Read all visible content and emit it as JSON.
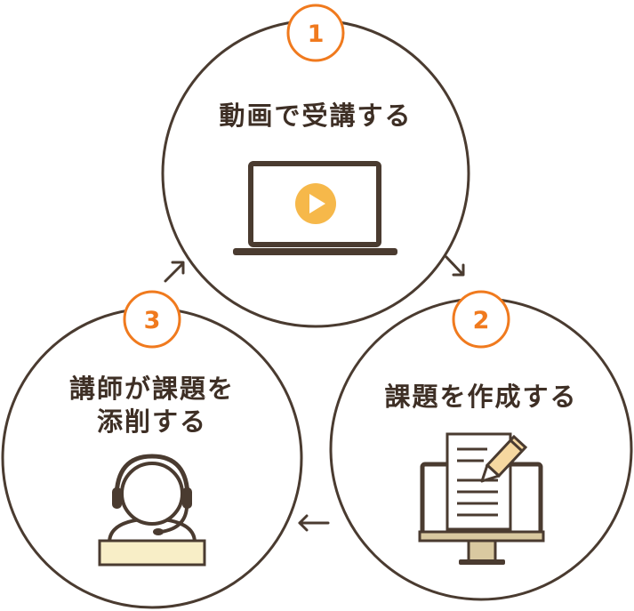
{
  "steps": [
    {
      "number": "1",
      "title_lines": [
        "動画で受講する"
      ],
      "icon": "laptop-play-icon"
    },
    {
      "number": "2",
      "title_lines": [
        "課題を作成する"
      ],
      "icon": "monitor-document-pencil-icon"
    },
    {
      "number": "3",
      "title_lines": [
        "講師が課題を",
        "添削する"
      ],
      "icon": "instructor-headset-icon"
    }
  ],
  "colors": {
    "circle_stroke": "#4a3b30",
    "badge_stroke": "#f07a1e",
    "badge_text": "#f07a1e",
    "text": "#3e2f25",
    "icon_dark": "#4a3b30",
    "play_button": "#f6b84a",
    "desk": "#f8eec7",
    "monitor_stand": "#d9c9a0"
  }
}
